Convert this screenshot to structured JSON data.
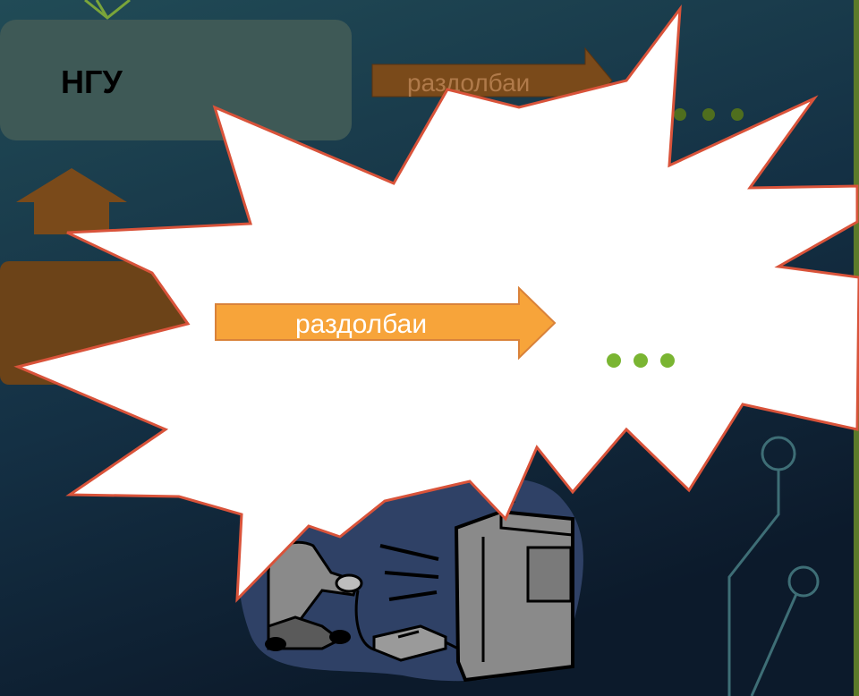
{
  "slide": {
    "box_label": "НГУ",
    "top_arrow_label": "раздолбаи",
    "burst_arrow_label": "раздолбаи"
  },
  "colors": {
    "bg_top": "#1f4a54",
    "bg_bottom": "#0d1b2c",
    "ngu_box": "#3f5a57",
    "brown_arrow": "#7a4a1a",
    "orange_arrow": "#f7a43a",
    "burst_fill": "#ffffff",
    "burst_stroke": "#d9533a",
    "dots_green": "#7ab532",
    "circuit": "#3a6a72",
    "blob": "#2f4166"
  }
}
